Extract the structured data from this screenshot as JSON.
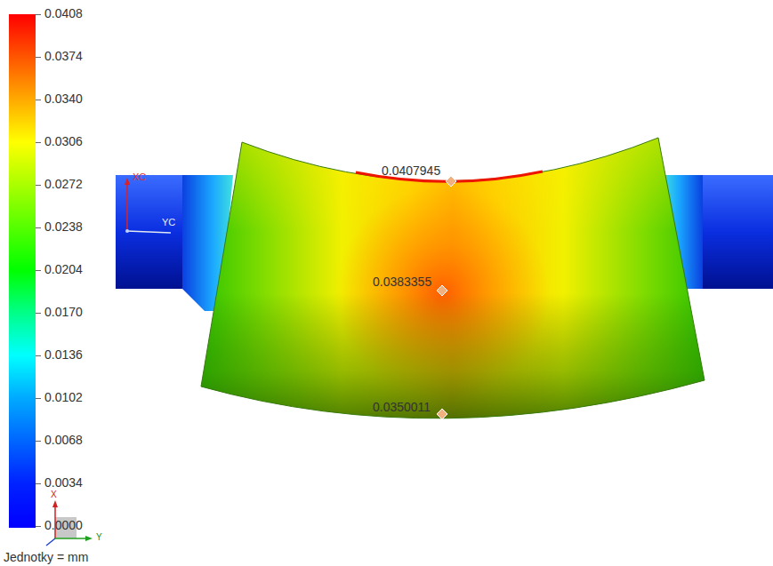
{
  "diagram": {
    "labels": [
      "0.0407945",
      "0.0383355",
      "0.0350011",
      "XC",
      "YC",
      "X",
      "Y",
      "Jednotky = mm"
    ],
    "legend": [
      {
        "text": "0.0408",
        "color": "#ff0000"
      },
      {
        "text": "0.0374",
        "color": "#ff5500"
      },
      {
        "text": "0.0340",
        "color": "#ffaa00"
      },
      {
        "text": "0.0306",
        "color": "#ffff00"
      },
      {
        "text": "0.0272",
        "color": "#aaff00"
      },
      {
        "text": "0.0238",
        "color": "#55ff00"
      },
      {
        "text": "0.0204",
        "color": "#00ff00"
      },
      {
        "text": "0.0170",
        "color": "#00ff88"
      },
      {
        "text": "0.0136",
        "color": "#00ffff"
      },
      {
        "text": "0.0102",
        "color": "#00aaff"
      },
      {
        "text": "0.0068",
        "color": "#0066ff"
      },
      {
        "text": "0.0034",
        "color": "#0022ff"
      },
      {
        "text": "0.0000",
        "color": "#0000ff"
      }
    ]
  }
}
